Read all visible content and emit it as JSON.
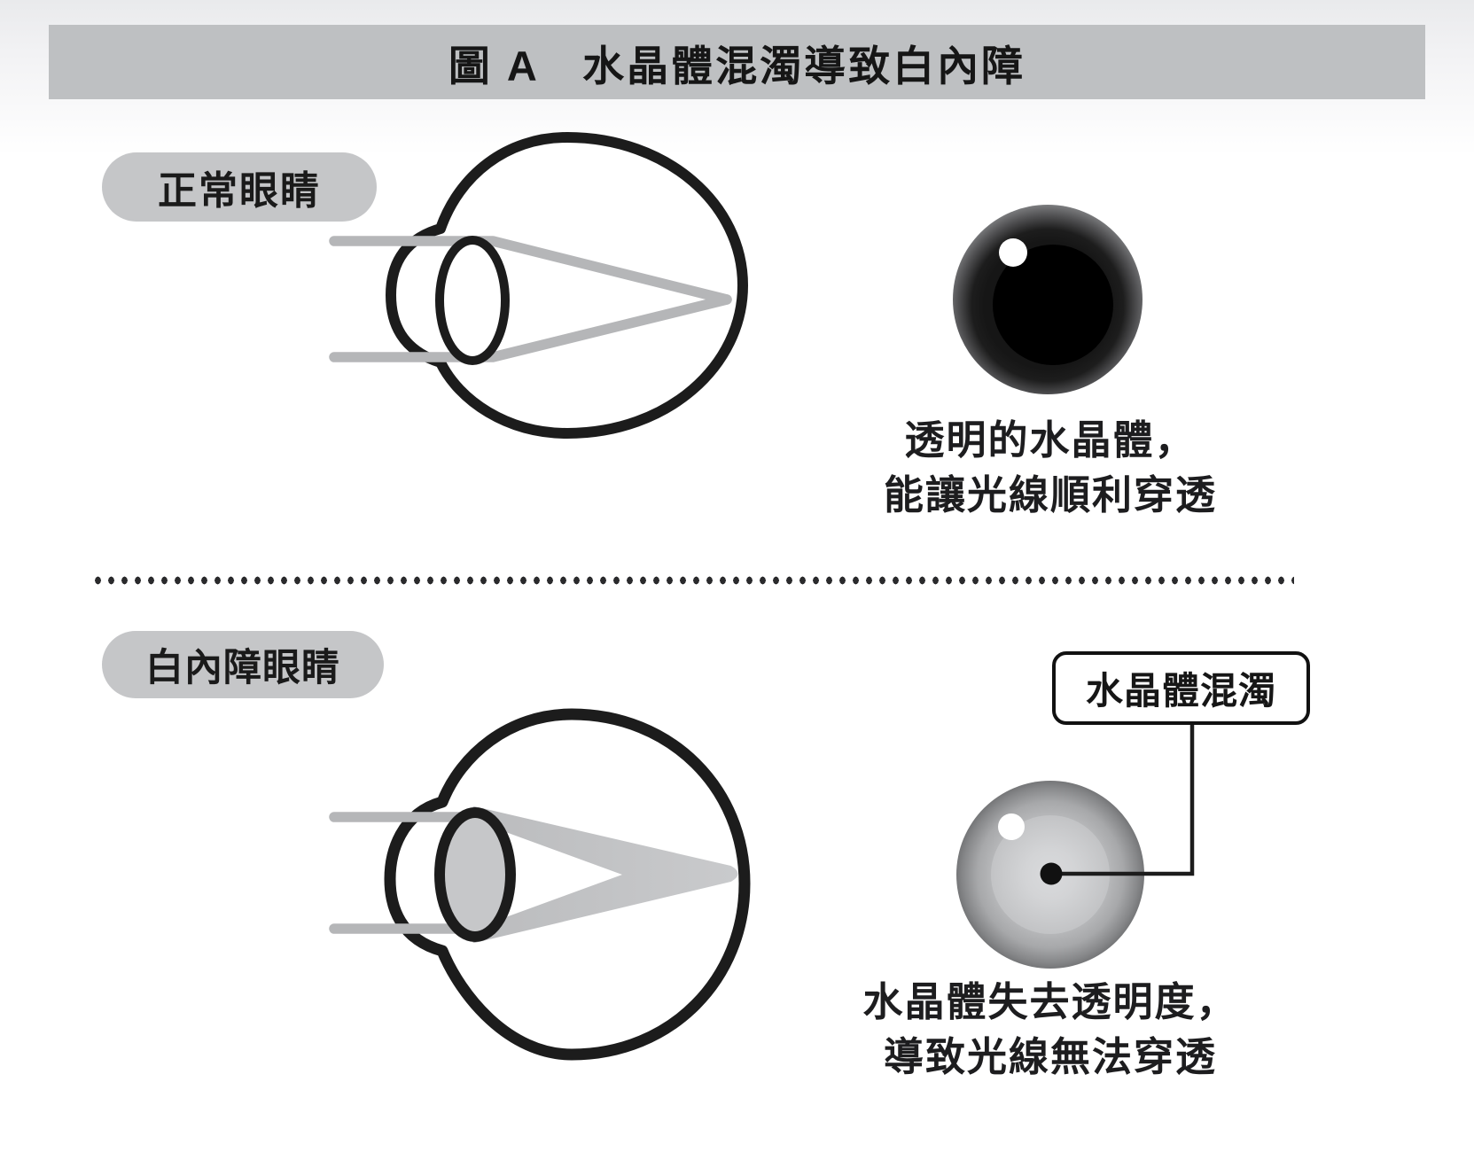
{
  "figure": {
    "title": "圖 A　水晶體混濁導致白內障"
  },
  "normal_section": {
    "label": "正常眼睛",
    "caption": [
      "透明的水晶體，",
      "能讓光線順利穿透"
    ]
  },
  "cataract_section": {
    "label": "白內障眼睛",
    "callout": "水晶體混濁",
    "caption": [
      "水晶體失去透明度，",
      "導致光線無法穿透"
    ]
  },
  "colors": {
    "banner_bg": "#bec0c2",
    "pill_bg": "#c5c6c8",
    "light_ray_gray": "#b5b6b8",
    "light_wedge_gray": "#c2c3c5",
    "outline_black": "#1c1c1c",
    "cloudy_lens_fill": "#c6c7c9"
  },
  "icons": {
    "normal_eye_diagram": "eyeball-cross-section-with-converging-light-rays",
    "cataract_eye_diagram": "eyeball-cross-section-with-blocked-light-rays",
    "clear_eye_photo": "clear-pupil-eye-close-up",
    "cloudy_eye_photo": "cloudy-lens-eye-close-up"
  }
}
